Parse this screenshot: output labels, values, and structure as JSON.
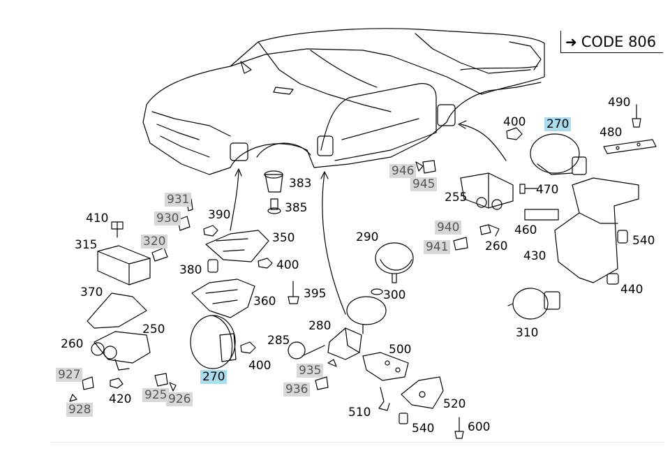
{
  "header": {
    "code_label": "CODE 806"
  },
  "labels": {
    "l931": "931",
    "l930": "930",
    "l320": "320",
    "l410": "410",
    "l315": "315",
    "l390": "390",
    "l383": "383",
    "l385": "385",
    "l350": "350",
    "l380": "380",
    "l400a": "400",
    "l360": "360",
    "l395": "395",
    "l370": "370",
    "l250": "250",
    "l260a": "260",
    "l927": "927",
    "l928": "928",
    "l420": "420",
    "l925": "925",
    "l926": "926",
    "l270a": "270",
    "l400b": "400",
    "l280": "280",
    "l285": "285",
    "l935": "935",
    "l936": "936",
    "l290": "290",
    "l300": "300",
    "l500": "500",
    "l510": "510",
    "l540a": "540",
    "l600": "600",
    "l520": "520",
    "l946": "946",
    "l945": "945",
    "l255": "255",
    "l940": "940",
    "l941": "941",
    "l260b": "260",
    "l400c": "400",
    "l270b": "270",
    "l470": "470",
    "l460": "460",
    "l490": "490",
    "l480": "480",
    "l430": "430",
    "l540b": "540",
    "l440": "440",
    "l310": "310"
  },
  "colors": {
    "highlight_grey": "#d8d8d8",
    "highlight_blue": "#a8dcee",
    "line": "#000000"
  }
}
